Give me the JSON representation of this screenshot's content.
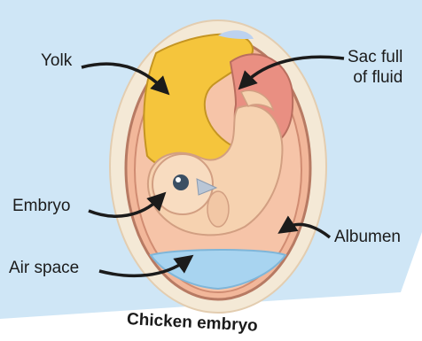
{
  "diagram": {
    "title": "Chicken embryo",
    "labels": {
      "yolk": "Yolk",
      "sac_full_of_fluid": "Sac full of fluid",
      "sac_line1": "Sac full",
      "sac_line2": "of fluid",
      "embryo": "Embryo",
      "albumen": "Albumen",
      "air_space": "Air space"
    },
    "colors": {
      "background": "#cfe6f6",
      "shell": "#f4e9d6",
      "albumen": "#f2b79a",
      "yolk": "#f5c53c",
      "embryo_skin": "#f6d2b0",
      "air_space": "#a8d4f0",
      "arrows": "#1b1b1b"
    }
  }
}
